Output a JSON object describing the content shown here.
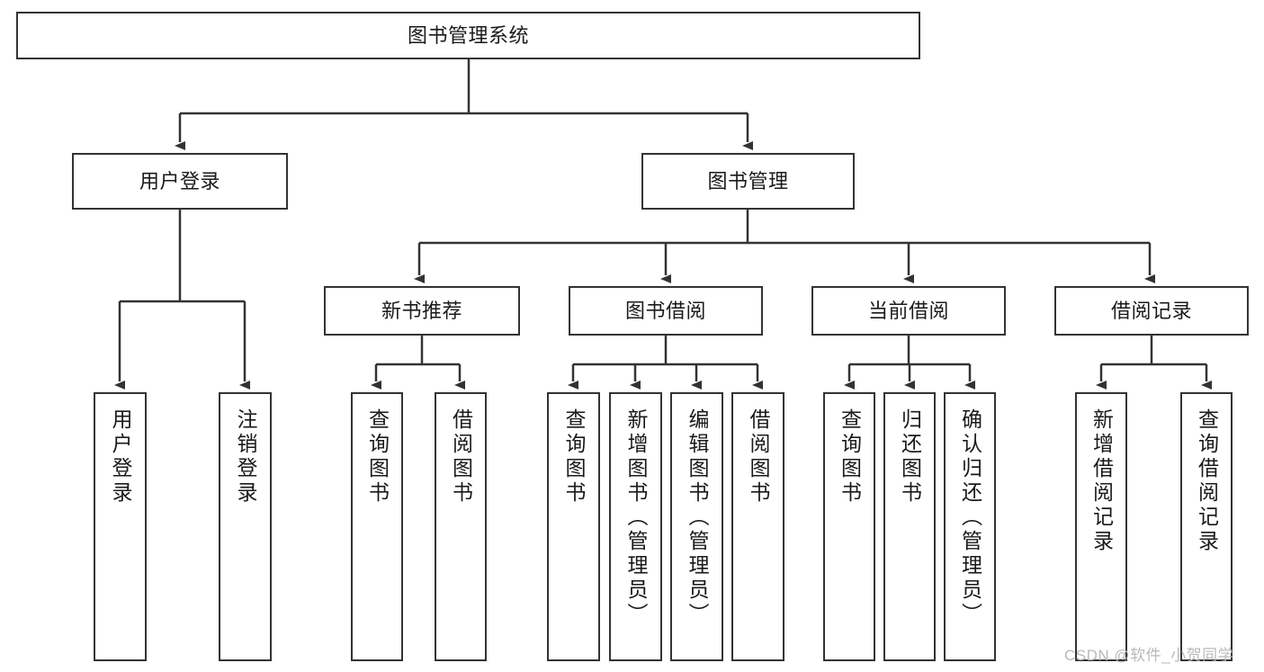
{
  "diagram": {
    "title": "图书管理系统",
    "type": "功能结构图",
    "watermark": "CSDN @软件_小贺同学",
    "colors": {
      "box_border": "#333333",
      "box_fill": "#ffffff",
      "connector": "#333333",
      "text": "#1a1a1a",
      "watermark": "#b9b9b9",
      "background": "#ffffff"
    }
  },
  "nodes": {
    "root": {
      "label": "图书管理系统"
    },
    "level2": [
      {
        "id": "user-login",
        "label": "用户登录"
      },
      {
        "id": "book-manage",
        "label": "图书管理"
      }
    ],
    "level3": [
      {
        "id": "new-book-recommend",
        "label": "新书推荐"
      },
      {
        "id": "book-borrow",
        "label": "图书借阅"
      },
      {
        "id": "current-borrow",
        "label": "当前借阅"
      },
      {
        "id": "borrow-record",
        "label": "借阅记录"
      }
    ],
    "leaves": {
      "user_login": [
        {
          "id": "leaf-user-login",
          "label": "用户登录"
        },
        {
          "id": "leaf-logout-login",
          "label": "注销登录"
        }
      ],
      "new_book_recommend": [
        {
          "id": "leaf-query-book-1",
          "label": "查询图书"
        },
        {
          "id": "leaf-borrow-book-1",
          "label": "借阅图书"
        }
      ],
      "book_borrow": [
        {
          "id": "leaf-query-book-2",
          "label": "查询图书"
        },
        {
          "id": "leaf-add-book",
          "label": "新增图书（管理员）"
        },
        {
          "id": "leaf-edit-book",
          "label": "编辑图书（管理员）"
        },
        {
          "id": "leaf-borrow-book-2",
          "label": "借阅图书"
        }
      ],
      "current_borrow": [
        {
          "id": "leaf-query-book-3",
          "label": "查询图书"
        },
        {
          "id": "leaf-return-book",
          "label": "归还图书"
        },
        {
          "id": "leaf-confirm-return",
          "label": "确认归还（管理员）"
        }
      ],
      "borrow_record": [
        {
          "id": "leaf-add-record",
          "label": "新增借阅记录"
        },
        {
          "id": "leaf-query-record",
          "label": "查询借阅记录"
        }
      ]
    }
  }
}
